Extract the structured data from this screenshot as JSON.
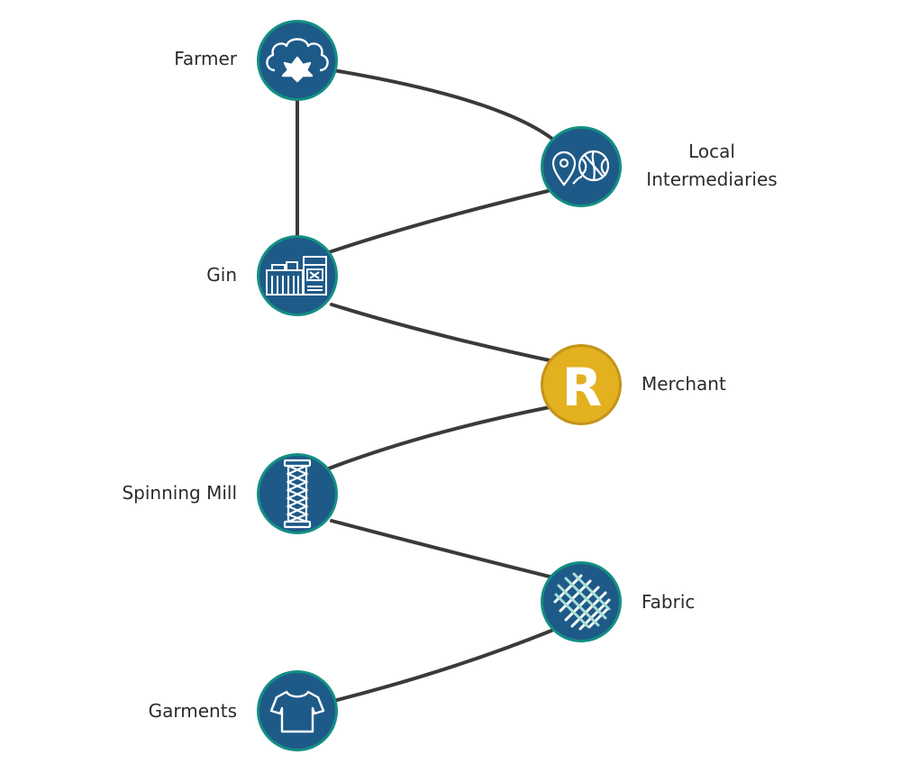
{
  "nodes": {
    "farmer": {
      "label": "Farmer",
      "icon": "cotton-icon",
      "color": "#1e5a88"
    },
    "local_intermediaries": {
      "label_line1": "Local",
      "label_line2": "Intermediaries",
      "icon": "map-pin-globe-icon",
      "color": "#1e5a88"
    },
    "gin": {
      "label": "Gin",
      "icon": "factory-icon",
      "color": "#1e5a88"
    },
    "merchant": {
      "label": "Merchant",
      "icon": "letter-r-icon",
      "color": "#e3b11f",
      "icon_text": "R"
    },
    "spinning_mill": {
      "label": "Spinning Mill",
      "icon": "spool-icon",
      "color": "#1e5a88"
    },
    "fabric": {
      "label": "Fabric",
      "icon": "woven-fabric-icon",
      "color": "#1e5a88"
    },
    "garments": {
      "label": "Garments",
      "icon": "t-shirt-icon",
      "color": "#1e5a88"
    }
  },
  "colors": {
    "ring": "#138f83",
    "icon_line": "#ffffff",
    "connector": "#3a3a3a",
    "text": "#2b2b2b"
  }
}
